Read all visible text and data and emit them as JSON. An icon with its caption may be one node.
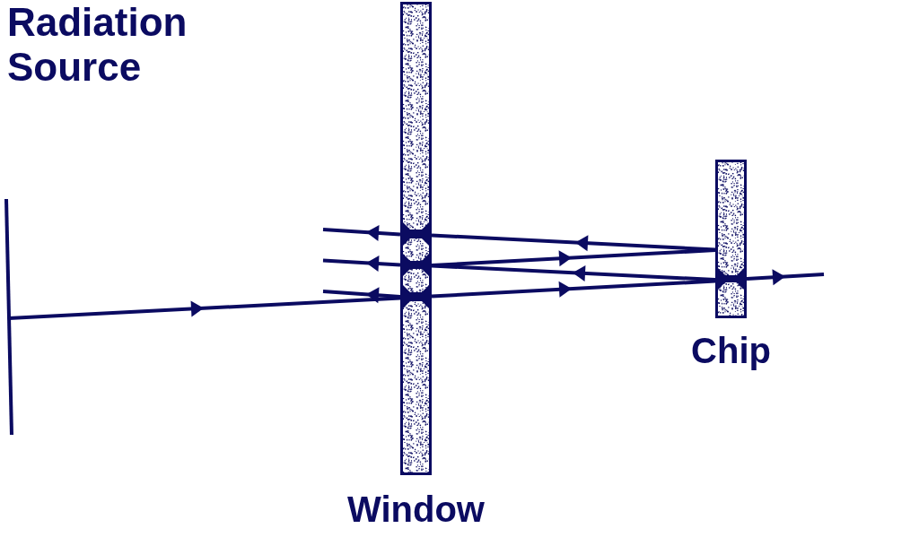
{
  "diagram": {
    "nodes": [
      {
        "text": [
          "Radiation Source"
        ]
      },
      {
        "text": [
          "Window"
        ]
      },
      {
        "text": [
          "Chip"
        ]
      }
    ],
    "edges": [
      {
        "from": 0,
        "to": 1,
        "arrow": "to"
      },
      {
        "from": 1,
        "to": 2,
        "arrow": "to"
      },
      {
        "from": 2,
        "to": null,
        "arrow": "to"
      },
      {
        "from": 2,
        "to": 1,
        "arrow": "to"
      },
      {
        "from": 1,
        "to": null,
        "arrow": "to"
      },
      {
        "from": 1,
        "to": 2,
        "arrow": "to"
      },
      {
        "from": 2,
        "to": 1,
        "arrow": "to"
      },
      {
        "from": 1,
        "to": null,
        "arrow": "to"
      },
      {
        "from": 1,
        "to": null,
        "arrow": "to"
      }
    ]
  }
}
